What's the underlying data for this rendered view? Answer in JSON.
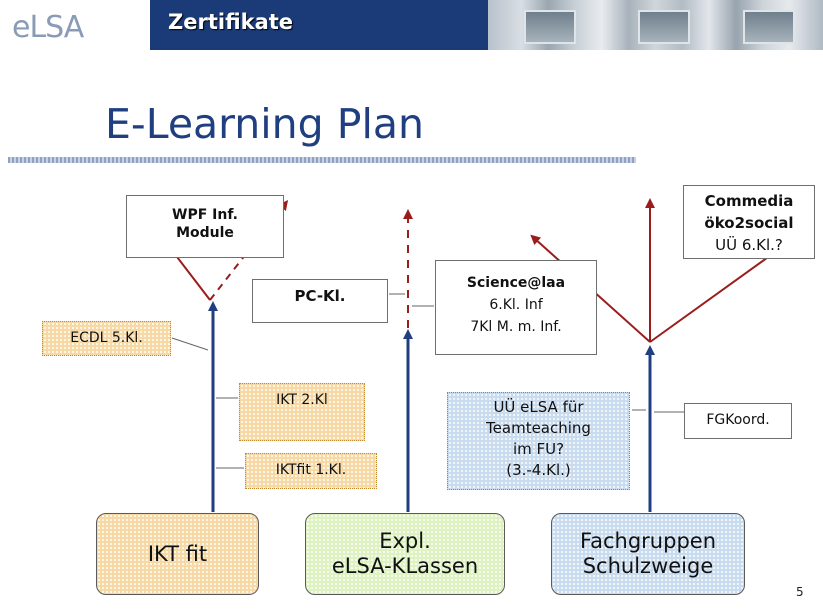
{
  "header": {
    "logo_text": "eLSA",
    "title": "Zertifikate"
  },
  "page_title": "E-Learning Plan",
  "boxes": {
    "wpf": {
      "line1": "WPF Inf.",
      "line2": "Module"
    },
    "pc": "PC-Kl.",
    "science": {
      "line1": "Science@laa",
      "line2": "6.Kl. Inf",
      "line3": "7Kl M. m. Inf."
    },
    "commedia": {
      "line1": "Commedia",
      "line2": "öko2social",
      "line3": "UÜ 6.Kl.?"
    },
    "ecdl": "ECDL 5.Kl.",
    "ikt2": "IKT 2.Kl",
    "iktfit1": "IKTfit 1.Kl.",
    "uue": {
      "line1": "UÜ eLSA für",
      "line2": "Teamteaching",
      "line3": "im FU?",
      "line4": "(3.-4.Kl.)"
    },
    "fgkoord": "FGKoord."
  },
  "bases": {
    "ikt": "IKT fit",
    "expl": {
      "line1": "Expl.",
      "line2": "eLSA-KLassen"
    },
    "fach": {
      "line1": "Fachgruppen",
      "line2": "Schulzweige"
    }
  },
  "page_number": "5",
  "colors": {
    "header_band": "#1a3a78",
    "title": "#1f3f80",
    "arrow_blue": "#1f3f80",
    "arrow_red": "#9b1c1c",
    "fill_orange": "#f6d9a4",
    "fill_blue": "#c9dcef",
    "fill_green": "#dff2c2"
  }
}
